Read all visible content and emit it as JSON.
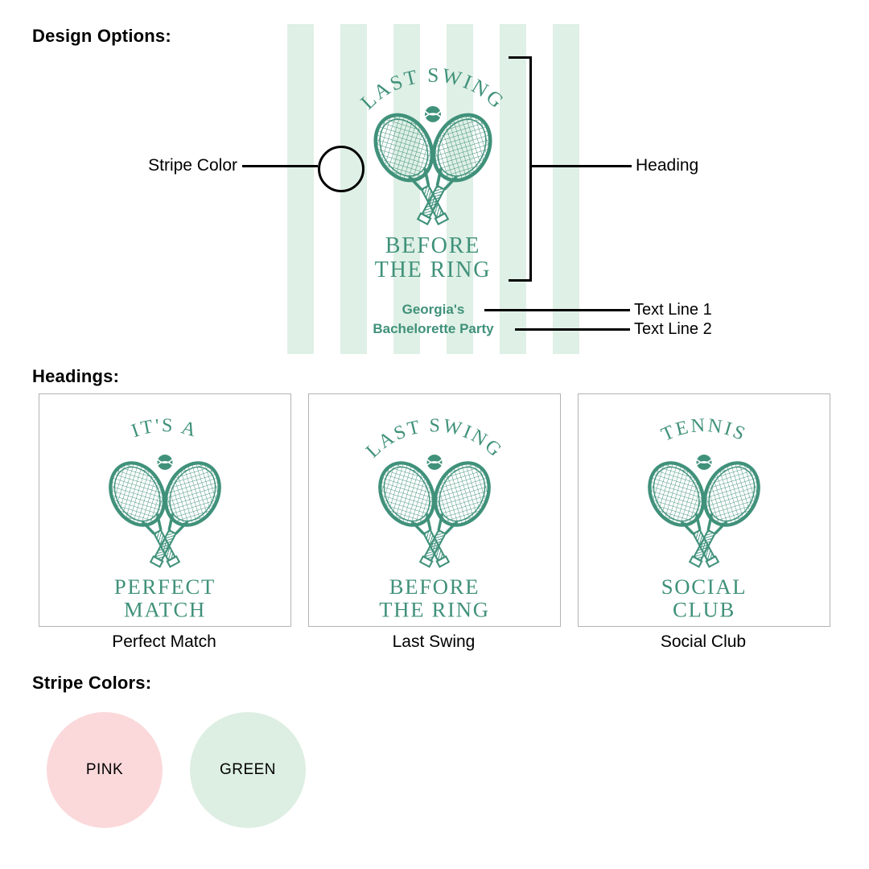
{
  "sections": {
    "design_options": "Design Options:",
    "headings": "Headings:",
    "stripe_colors": "Stripe Colors:"
  },
  "preview": {
    "arch_text": "LAST SWING",
    "bottom_line1": "BEFORE",
    "bottom_line2": "THE RING",
    "text_line1": "Georgia's",
    "text_line2": "Bachelorette Party"
  },
  "callouts": {
    "stripe_color": "Stripe Color",
    "heading": "Heading",
    "text_line1": "Text Line 1",
    "text_line2": "Text Line 2"
  },
  "heading_options": [
    {
      "arch_text": "IT'S A",
      "bottom_line1": "PERFECT",
      "bottom_line2": "MATCH",
      "label": "Perfect Match"
    },
    {
      "arch_text": "LAST SWING",
      "bottom_line1": "BEFORE",
      "bottom_line2": "THE RING",
      "label": "Last Swing"
    },
    {
      "arch_text": "TENNIS",
      "bottom_line1": "SOCIAL",
      "bottom_line2": "CLUB",
      "label": "Social Club"
    }
  ],
  "stripe_color_options": [
    {
      "label": "PINK",
      "color": "#fbd9db"
    },
    {
      "label": "GREEN",
      "color": "#ddeee2"
    }
  ],
  "colors": {
    "design_green": "#40917a",
    "stripe_green": "#dff0e6"
  }
}
